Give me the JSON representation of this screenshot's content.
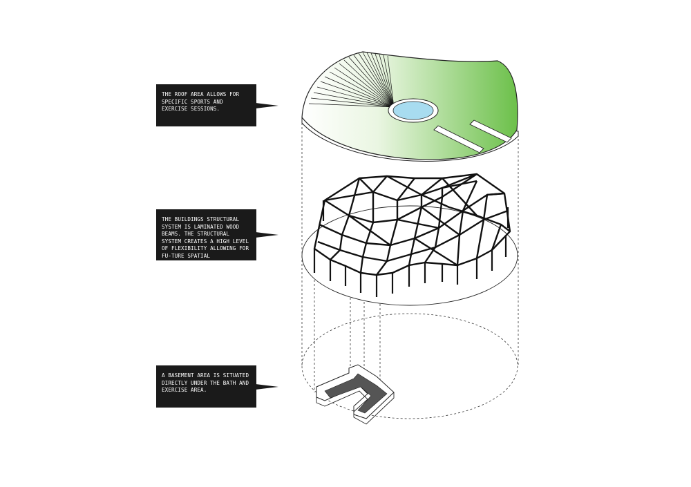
{
  "callouts": {
    "roof": "THE ROOF AREA ALLOWS FOR SPECIFIC SPORTS AND EXERCISE SESSIONS.",
    "structure": "THE BUILDINGS STRUCTURAL SYSTEM IS LAMINATED WOOD BEAMS. THE STRUCTURAL SYSTEM CREATES A HIGH LEVEL OF FLEXIBILITY ALLOWING FOR FU-TURE SPATIAL RECONFIGURATION.",
    "basement": "A BASEMENT AREA IS SITUATED DIRECTLY UNDER THE BATH AND EXERCISE AREA."
  },
  "colors": {
    "roof_green_light": "#ffffff",
    "roof_green_dark": "#6cc04a",
    "pool_blue": "#a8dcf0",
    "callout_bg": "#1a1a1a",
    "basement_floor": "#555555"
  }
}
